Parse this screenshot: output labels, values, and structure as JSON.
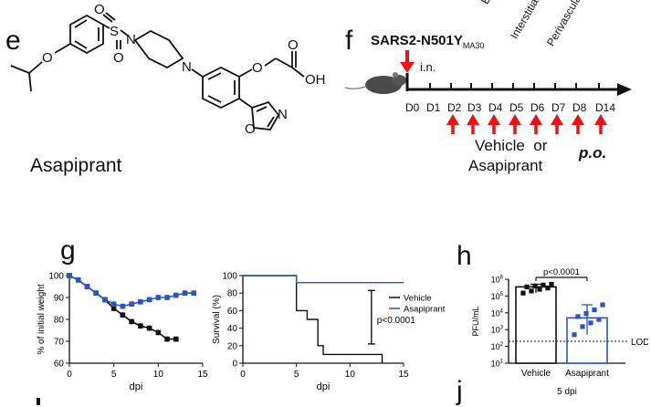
{
  "panels": {
    "e": {
      "letter": "e",
      "compound_name": "Asapiprant",
      "atoms": {
        "S": "S",
        "O1": "O",
        "O2": "O",
        "N_pip1": "N",
        "N_pip2": "N",
        "O_ether": "O",
        "OH": "OH",
        "O_acid": "O",
        "N_ox": "N",
        "O_ox": "O",
        "O_ring": "O"
      }
    },
    "f": {
      "letter": "f",
      "virus": "SARS2-N501Y",
      "virus_sub": "MA30",
      "route": "i.n.",
      "top_labels": [
        "Ec",
        "Interstitial",
        "Perivascular"
      ],
      "days": [
        "D0",
        "D1",
        "D2",
        "D3",
        "D4",
        "D5",
        "D6",
        "D7",
        "D8",
        "D14"
      ],
      "treatment_line1": "Vehicle  or",
      "treatment_line2": "Asapiprant",
      "oral": "p.o."
    },
    "g": {
      "letter": "g"
    },
    "h": {
      "letter": "h"
    },
    "j": {
      "letter": "j"
    }
  },
  "chart_data": [
    {
      "id": "weight",
      "type": "line",
      "xlabel": "dpi",
      "ylabel": "% of initial weight",
      "xlim": [
        0,
        15
      ],
      "ylim": [
        60,
        100
      ],
      "xticks": [
        0,
        5,
        10,
        15
      ],
      "yticks": [
        60,
        70,
        80,
        90,
        100
      ],
      "series": [
        {
          "color": "#111111",
          "x": [
            0,
            1,
            2,
            3,
            4,
            5,
            6,
            7,
            8,
            9,
            10,
            11,
            12
          ],
          "y": [
            100,
            98,
            95,
            92,
            89,
            85,
            82,
            79,
            77,
            76,
            74,
            71,
            71
          ]
        },
        {
          "color": "#2b54c7",
          "x": [
            0,
            1,
            2,
            3,
            4,
            5,
            6,
            7,
            8,
            9,
            10,
            11,
            12,
            13,
            14
          ],
          "y": [
            100,
            98,
            95,
            92,
            89,
            87,
            86,
            87,
            88,
            89,
            90,
            90,
            91,
            92,
            92
          ]
        }
      ]
    },
    {
      "id": "survival",
      "type": "line",
      "xlabel": "dpi",
      "ylabel": "Survival (%)",
      "xlim": [
        0,
        15
      ],
      "ylim": [
        0,
        100
      ],
      "xticks": [
        0,
        5,
        10,
        15
      ],
      "yticks": [
        0,
        20,
        40,
        60,
        80,
        100
      ],
      "legend": [
        "Vehicle",
        "Asapiprant"
      ],
      "annotation": "p<0.0001",
      "series": [
        {
          "name": "Vehicle",
          "color": "#111111",
          "x": [
            0,
            5,
            5,
            6,
            6,
            7,
            7,
            7.5,
            7.5,
            13,
            13
          ],
          "y": [
            100,
            100,
            60,
            60,
            50,
            50,
            20,
            20,
            10,
            10,
            0
          ]
        },
        {
          "name": "Asapiprant",
          "color": "#2b54c7",
          "x": [
            0,
            5,
            5,
            15
          ],
          "y": [
            100,
            100,
            92,
            92
          ]
        }
      ]
    },
    {
      "id": "pfu",
      "type": "bar",
      "ylabel": "PFU/mL",
      "xlabel": "5 dpi",
      "categories": [
        "Vehicle",
        "Asapiprant"
      ],
      "values": [
        350000,
        5000
      ],
      "log_scale": true,
      "ylim_exp": [
        1,
        6
      ],
      "yticks_exp": [
        1,
        2,
        3,
        4,
        5,
        6
      ],
      "lod_label": "LOD",
      "lod_value": 200,
      "annotation": "p<0.0001",
      "points": [
        [
          150000,
          200000,
          250000,
          300000,
          350000,
          400000,
          450000,
          500000
        ],
        [
          500,
          1500,
          2500,
          4000,
          6000,
          9000,
          15000,
          30000
        ]
      ],
      "colors": [
        "#111111",
        "#2b54c7"
      ]
    }
  ]
}
